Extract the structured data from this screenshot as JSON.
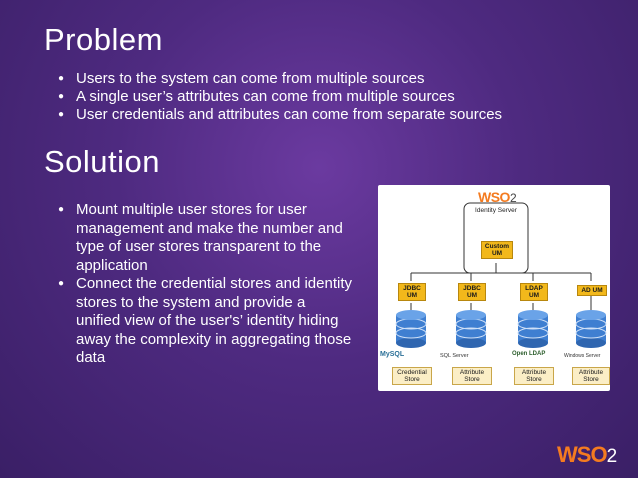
{
  "problem": {
    "title": "Problem",
    "bullets": [
      "Users to the system can come from multiple sources",
      "A single user’s attributes can come from multiple sources",
      "User credentials and attributes can come from separate sources"
    ]
  },
  "solution": {
    "title": "Solution",
    "bullets": [
      "Mount multiple user stores for user management and make the number and type of user stores transparent to the application",
      "Connect the credential stores and identity stores to the system and provide a unified view of the user's’ identity hiding away the complexity in aggregating those data"
    ]
  },
  "diagram": {
    "logo": "WSO",
    "logo_suffix": "2",
    "identity_server": "Identity Server",
    "custom_um": [
      "Custom",
      "UM"
    ],
    "connectors": [
      [
        "JDBC",
        "UM"
      ],
      [
        "JDBC",
        "UM"
      ],
      [
        "LDAP",
        "UM"
      ],
      [
        "AD UM"
      ]
    ],
    "vendors": [
      "MySQL",
      "SQL Server",
      "Open LDAP",
      "Windows Server"
    ],
    "stores": [
      [
        "Credential",
        "Store"
      ],
      [
        "Attribute",
        "Store"
      ],
      [
        "Attribute",
        "Store"
      ],
      [
        "Attribute",
        "Store"
      ]
    ]
  },
  "footer": {
    "logo": "WSO",
    "logo_suffix": "2"
  },
  "colors": {
    "accent": "#f47b20",
    "label": "#f2b81b",
    "db": "#3f7fd1"
  }
}
